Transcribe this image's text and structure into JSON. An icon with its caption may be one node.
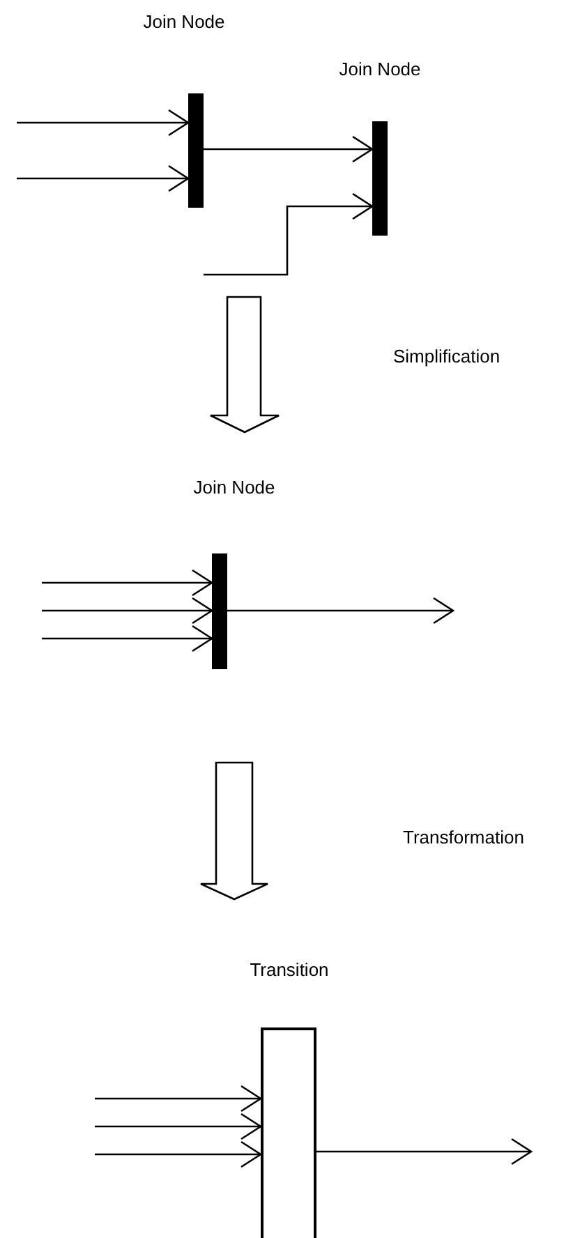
{
  "diagram": {
    "nodes": [
      {
        "text": [
          "Join Node"
        ]
      },
      {
        "text": [
          "Join Node"
        ]
      },
      {
        "text": [
          "Join Node"
        ]
      },
      {
        "text": [
          "Transition"
        ]
      }
    ],
    "edges": [
      {
        "from": null,
        "to": 0,
        "arrow": "to"
      },
      {
        "from": null,
        "to": 0,
        "arrow": "to"
      },
      {
        "from": 0,
        "to": 1,
        "arrow": "to"
      },
      {
        "from": null,
        "to": 1,
        "arrow": "to"
      },
      {
        "from": null,
        "to": 2,
        "arrow": "to"
      },
      {
        "from": null,
        "to": 2,
        "arrow": "to"
      },
      {
        "from": null,
        "to": 2,
        "arrow": "to"
      },
      {
        "from": 2,
        "to": null,
        "arrow": "to"
      },
      {
        "from": null,
        "to": 3,
        "arrow": "to"
      },
      {
        "from": null,
        "to": 3,
        "arrow": "to"
      },
      {
        "from": null,
        "to": 3,
        "arrow": "to"
      },
      {
        "from": 3,
        "to": null,
        "arrow": "to"
      }
    ],
    "labels": [
      "Simplification",
      "Transformation"
    ]
  }
}
